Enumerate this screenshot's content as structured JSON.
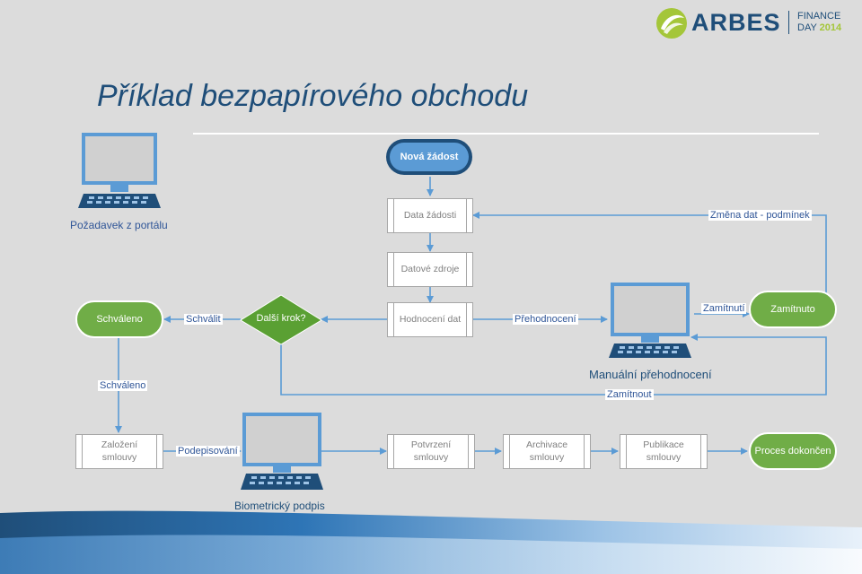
{
  "slide": {
    "title": "Příklad bezpapírového obchodu"
  },
  "logo": {
    "brand": "ARBES",
    "event_line1": "FINANCE",
    "event_line2_prefix": "DAY ",
    "event_year": "2014"
  },
  "nodes": {
    "nova_zadost": "Nová žádost",
    "data_zadosti": "Data žádosti",
    "datove_zdroje": "Datové zdroje",
    "hodnoceni_dat": "Hodnocení dat",
    "dalsi_krok": "Další krok?",
    "schvaleno_top": "Schváleno",
    "zamitnuto_top": "Zamítnuto",
    "zalozeni_smlouvy_1": "Založení",
    "zalozeni_smlouvy_2": "smlouvy",
    "potvrzeni_smlouvy_1": "Potvrzení",
    "potvrzeni_smlouvy_2": "smlouvy",
    "archivace_smlouvy_1": "Archivace",
    "archivace_smlouvy_2": "smlouvy",
    "publikace_smlouvy_1": "Publikace",
    "publikace_smlouvy_2": "smlouvy",
    "proces_dokoncen": "Proces dokončen"
  },
  "labels": {
    "pozadavek_z_portalu": "Požadavek z portálu",
    "zmena_dat": "Změna dat - podmínek",
    "schvalit": "Schválit",
    "prehodnoceni": "Přehodnocení",
    "zamitnuti": "Zamítnutí",
    "schvaleno_mid": "Schváleno",
    "manualni_prehodnoceni": "Manuální přehodnocení",
    "zamitnout": "Zamítnout",
    "podepisovani": "Podepisování",
    "biometricky_podpis": "Biometrický podpis"
  },
  "colors": {
    "background": "#dcdcdc",
    "arrow": "#5b9bd5",
    "process_green": "#70ad47",
    "decision_green": "#5aa033",
    "dark_navy": "#1f4e79",
    "title_blue": "#1f4e79",
    "label_blue": "#2f5597",
    "logo_lime": "#a4c639"
  },
  "icons": {
    "computer_top_left": "laptop-icon",
    "computer_mid_right": "laptop-icon",
    "computer_bottom": "laptop-icon",
    "logo_mark": "arbes-logo-mark"
  }
}
